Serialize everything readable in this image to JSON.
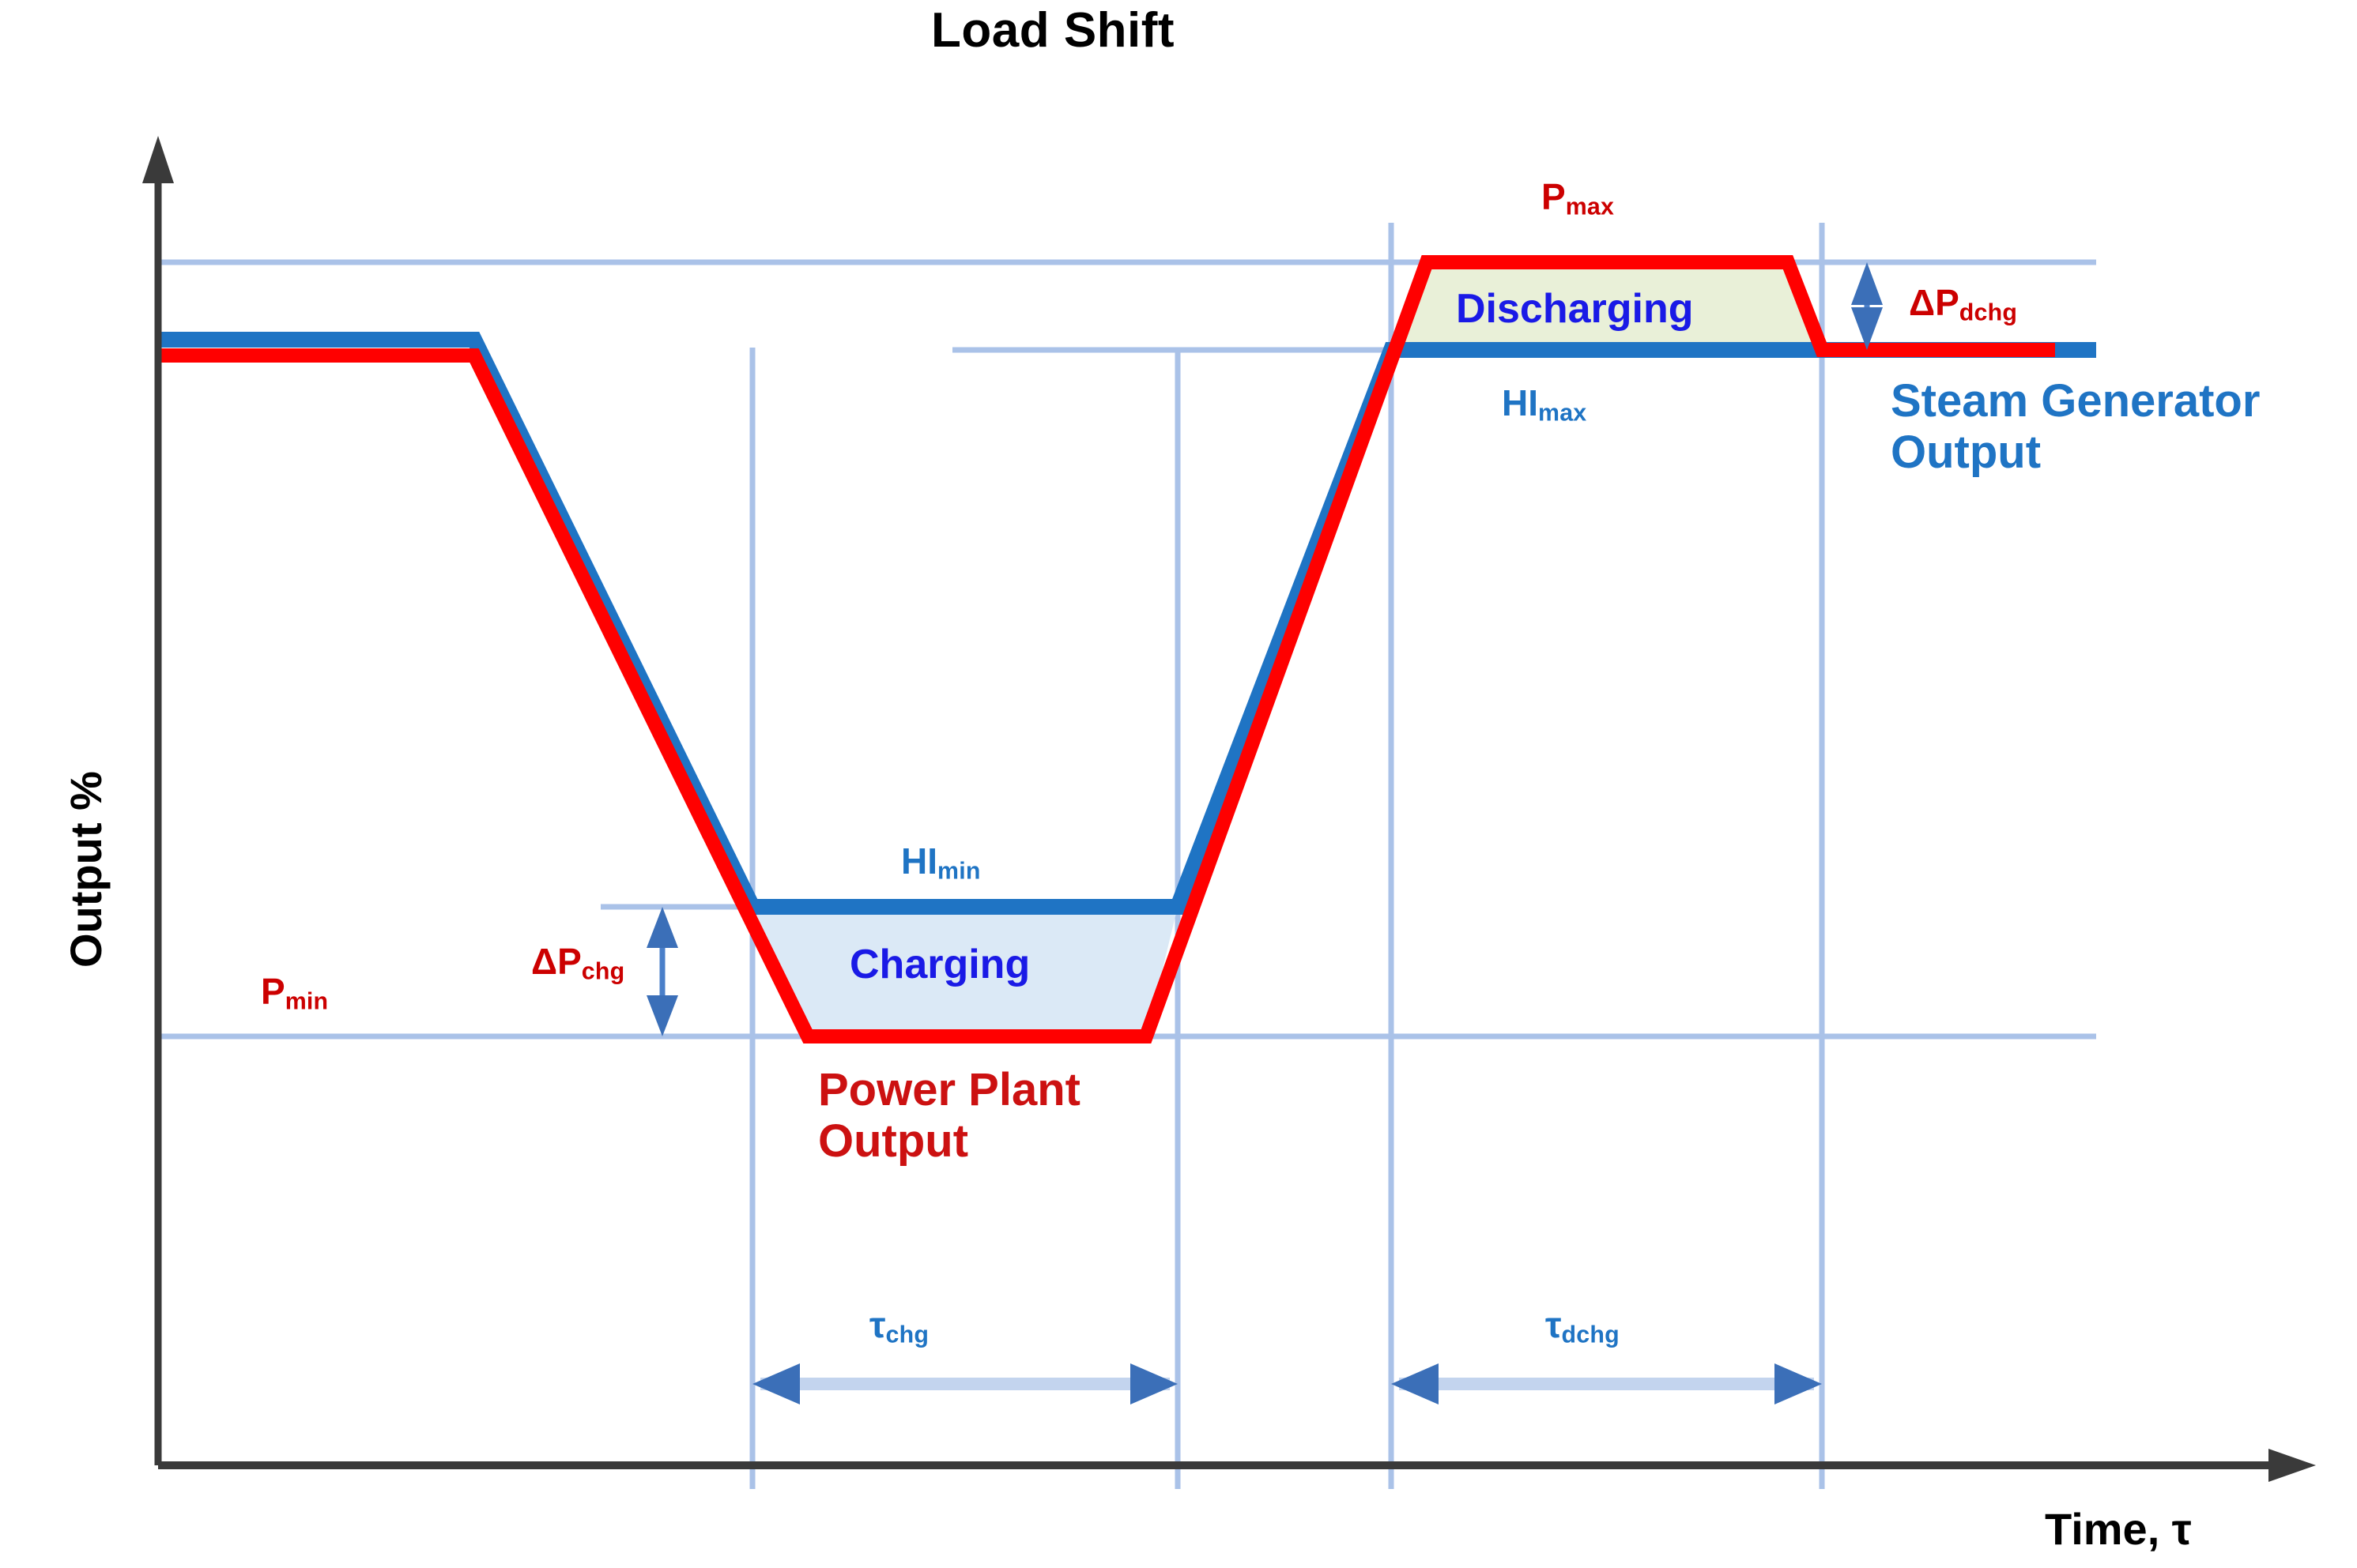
{
  "chart_data": {
    "type": "line",
    "title": "Load Shift",
    "xlabel": "Time, τ",
    "ylabel": "Output %",
    "grid": true,
    "legend": "none",
    "xlim": [
      0,
      100
    ],
    "ylim": [
      0,
      100
    ],
    "axis_ticks": {
      "x": [],
      "y": []
    },
    "series": [
      {
        "name": "Power Plant Output",
        "color": "#ff0000",
        "x": [
          0,
          13,
          20,
          31.5,
          36.5,
          46.5,
          53,
          72,
          82,
          100
        ],
        "y": [
          78,
          78,
          50,
          28,
          28,
          50,
          78,
          100,
          78,
          78
        ],
        "description": "Red curve: starts at nominal, ramps down to P_min during charging, ramps up to P_max during discharging, returns to nominal."
      },
      {
        "name": "Steam Generator Output",
        "color": "#1f74c4",
        "x": [
          0,
          13,
          20,
          31.5,
          36.5,
          46.5,
          53,
          72,
          82,
          100
        ],
        "y": [
          80,
          80,
          52,
          41,
          41,
          52,
          80,
          80,
          80,
          80
        ],
        "description": "Blue curve: steam generator output held at HI_min during charging and at HI_max during discharging."
      }
    ],
    "reference_levels": [
      {
        "name": "P_max",
        "value": 100,
        "color": "#cc0000"
      },
      {
        "name": "HI_max",
        "value": 80,
        "color": "#1f74c4"
      },
      {
        "name": "HI_min",
        "value": 41,
        "color": "#1f74c4"
      },
      {
        "name": "P_min",
        "value": 28,
        "color": "#cc0000"
      }
    ],
    "regions": [
      {
        "name": "Charging",
        "fill": "#dbe9f6",
        "x_span": [
          31.5,
          46.5
        ],
        "y_span": [
          28,
          41
        ]
      },
      {
        "name": "Discharging",
        "fill": "#e9f0d8",
        "x_span": [
          53,
          82
        ],
        "y_span": [
          80,
          100
        ]
      }
    ],
    "annotations": [
      {
        "name": "delta-p-chg",
        "label": "ΔP",
        "sub": "chg",
        "type": "double-arrow",
        "color": "#cc0000"
      },
      {
        "name": "delta-p-dchg",
        "label": "ΔP",
        "sub": "dchg",
        "type": "double-arrow",
        "color": "#cc0000"
      },
      {
        "name": "tau-chg",
        "label": "τ",
        "sub": "chg",
        "type": "span-arrow",
        "color": "#1f74c4"
      },
      {
        "name": "tau-dchg",
        "label": "τ",
        "sub": "dchg",
        "type": "span-arrow",
        "color": "#1f74c4"
      }
    ]
  },
  "labels": {
    "title": "Load Shift",
    "y_axis": "Output %",
    "x_axis": "Time, τ",
    "p_max": "P",
    "p_max_sub": "max",
    "p_min": "P",
    "p_min_sub": "min",
    "hi_max": "HI",
    "hi_max_sub": "max",
    "hi_min": "HI",
    "hi_min_sub": "min",
    "delta_p_chg": "ΔP",
    "delta_p_chg_sub": "chg",
    "delta_p_dchg": "ΔP",
    "delta_p_dchg_sub": "dchg",
    "tau_chg": "τ",
    "tau_chg_sub": "chg",
    "tau_dchg": "τ",
    "tau_dchg_sub": "dchg",
    "charging": "Charging",
    "discharging": "Discharging",
    "steam_generator_line1": "Steam Generator",
    "steam_generator_line2": "Output",
    "power_plant_line1": "Power Plant",
    "power_plant_line2": "Output"
  },
  "colors": {
    "power_plant_red": "#ff0000",
    "steam_generator_blue": "#1f74c4",
    "gridline_blue": "#aac2e8",
    "charging_fill": "#dbe9f6",
    "discharging_fill": "#e9f0d8",
    "axis_black": "#3a3a3a",
    "label_red": "#cc0000",
    "label_blue": "#1a1ae6"
  }
}
